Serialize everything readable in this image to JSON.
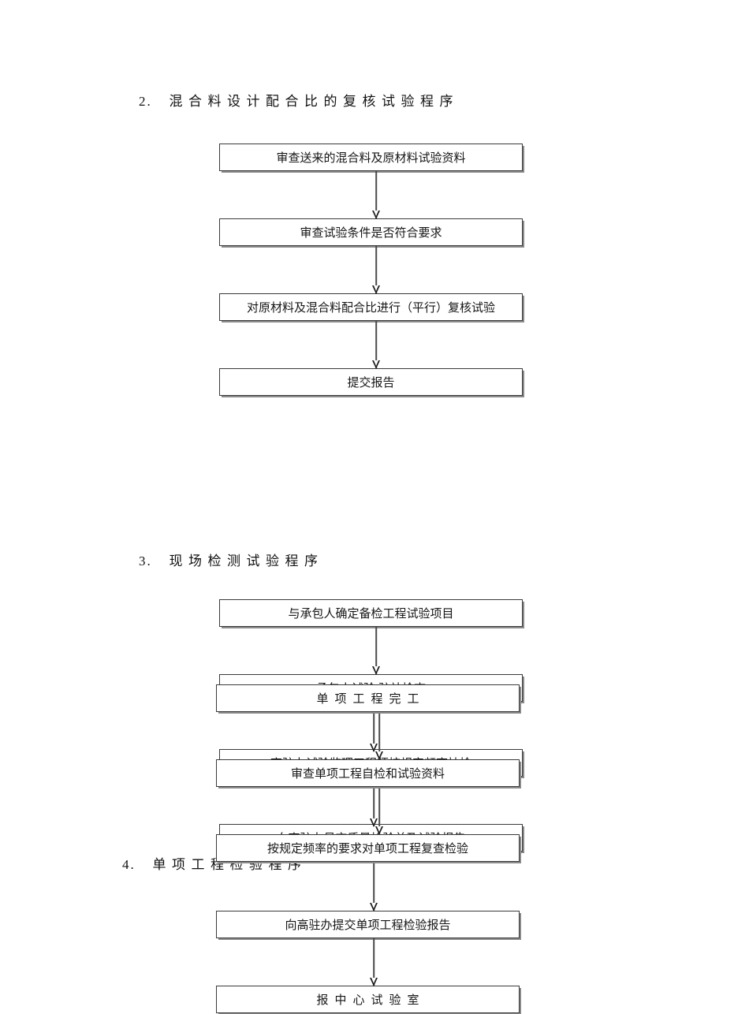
{
  "document": {
    "sections": [
      {
        "id": "section-2",
        "number": "2.",
        "title": "混合料设计配合比的复核试验程序",
        "steps": [
          "审查送来的混合料及原材料试验资料",
          "审查试验条件是否符合要求",
          "对原材料及混合料配合比进行（平行）复核试验",
          "提交报告"
        ]
      },
      {
        "id": "section-3",
        "number": "3.",
        "title": "现场检测试验程序",
        "steps": [
          "与承包人确定备检工程试验项目",
          "承包人试验/驻站检查",
          "高驻办试验监理工程师按规定频率抽检",
          "向高驻办呈交质量检验单及试验报告"
        ]
      },
      {
        "id": "section-4",
        "number": "4.",
        "title": "单项工程检验程序",
        "steps": [
          "单项工程完工",
          "审查单项工程自检和试验资料",
          "按规定频率的要求对单项工程复查检验",
          "向高驻办提交单项工程检验报告",
          "报中心试验室"
        ]
      }
    ]
  }
}
